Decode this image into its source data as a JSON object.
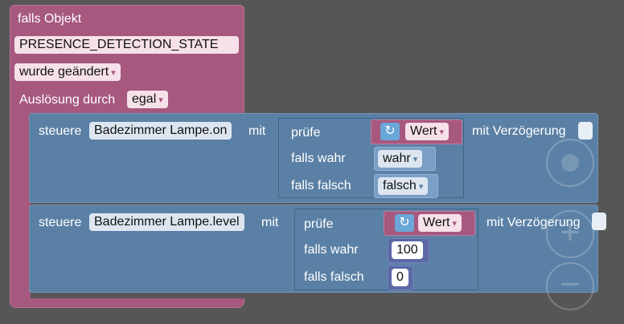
{
  "trigger": {
    "title": "falls Objekt",
    "object_id": "PRESENCE_DETECTION_STATE",
    "condition": "wurde geändert",
    "trigger_label": "Auslösung durch",
    "trigger_value": "egal"
  },
  "blocks": [
    {
      "control_label": "steuere",
      "target": "Badezimmer Lampe.on",
      "mit": "mit",
      "pruefe": "prüfe",
      "value_label": "Wert",
      "falls_wahr": "falls wahr",
      "true_value": "wahr",
      "falls_falsch": "falls falsch",
      "false_value": "falsch",
      "delay_label": "mit Verzögerung"
    },
    {
      "control_label": "steuere",
      "target": "Badezimmer Lampe.level",
      "mit": "mit",
      "pruefe": "prüfe",
      "value_label": "Wert",
      "falls_wahr": "falls wahr",
      "true_value": "100",
      "falls_falsch": "falls falsch",
      "false_value": "0",
      "delay_label": "mit Verzögerung"
    }
  ],
  "icons": {
    "swap": "↻",
    "zoom_in": "+",
    "zoom_out": "−"
  },
  "colors": {
    "background": "#565656",
    "trigger_block": "#a6587e",
    "control_block": "#5b80a5",
    "number_block": "#5c68a6"
  }
}
